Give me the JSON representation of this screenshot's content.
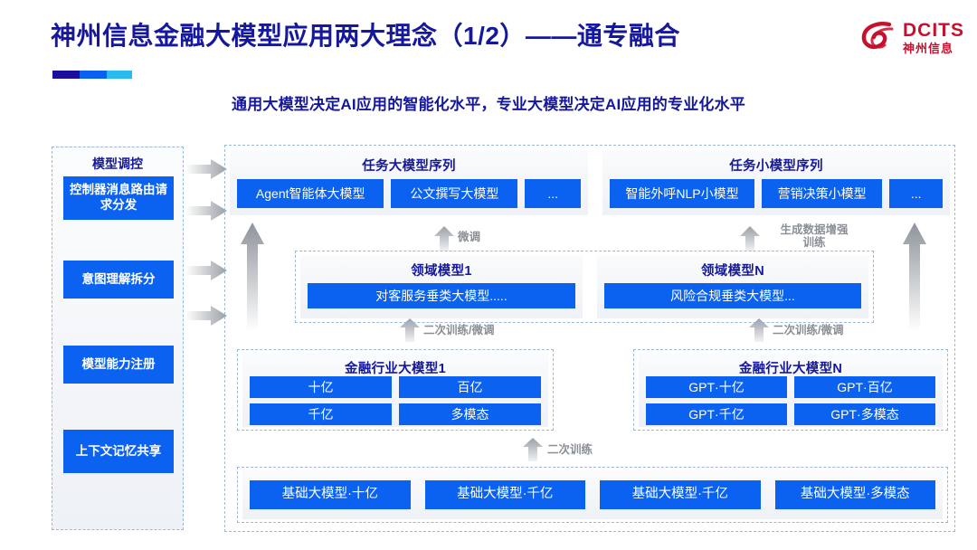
{
  "header": {
    "title": "神州信息金融大模型应用两大理念（1/2）——通专融合",
    "subtitle": "通用大模型决定AI应用的智能化水平，专业大模型决定AI应用的专业化水平",
    "logo_en": "DCITS",
    "logo_cn": "神州信息",
    "accent_navy": "#15179c",
    "accent_blue": "#0b62f0",
    "accent_cyan": "#29baf0",
    "logo_red": "#c8102e"
  },
  "sidebar": {
    "title": "模型调控",
    "items": [
      {
        "label": "控制器消息路由请求分发"
      },
      {
        "label": "意图理解拆分"
      },
      {
        "label": "模型能力注册"
      },
      {
        "label": "上下文记忆共享"
      }
    ]
  },
  "flow_arrows": {
    "sidebar_to_main_count": 4,
    "labels": {
      "fine_tune": "微调",
      "gen_data_aug": "生成数据增强\n训练",
      "retrain_tune_left": "二次训练/微调",
      "retrain_tune_right": "二次训练/微调",
      "retrain": "二次训练"
    }
  },
  "task_sequences": [
    {
      "title": "任务大模型序列",
      "items": [
        "Agent智能体大模型",
        "公文撰写大模型",
        "..."
      ]
    },
    {
      "title": "任务小模型序列",
      "items": [
        "智能外呼NLP小模型",
        "营销决策小模型",
        "..."
      ]
    }
  ],
  "domain_models": [
    {
      "title": "领域模型1",
      "item": "对客服务垂类大模型....."
    },
    {
      "title": "领域模型N",
      "item": "风险合规垂类大模型..."
    }
  ],
  "industry_models": [
    {
      "title": "金融行业大模型1",
      "items": [
        "十亿",
        "百亿",
        "千亿",
        "多模态"
      ]
    },
    {
      "title": "金融行业大模型N",
      "items": [
        "GPT·十亿",
        "GPT·百亿",
        "GPT·千亿",
        "GPT·多模态"
      ]
    }
  ],
  "base_models": {
    "items": [
      "基础大模型·十亿",
      "基础大模型·千亿",
      "基础大模型·千亿",
      "基础大模型·多模态"
    ]
  }
}
